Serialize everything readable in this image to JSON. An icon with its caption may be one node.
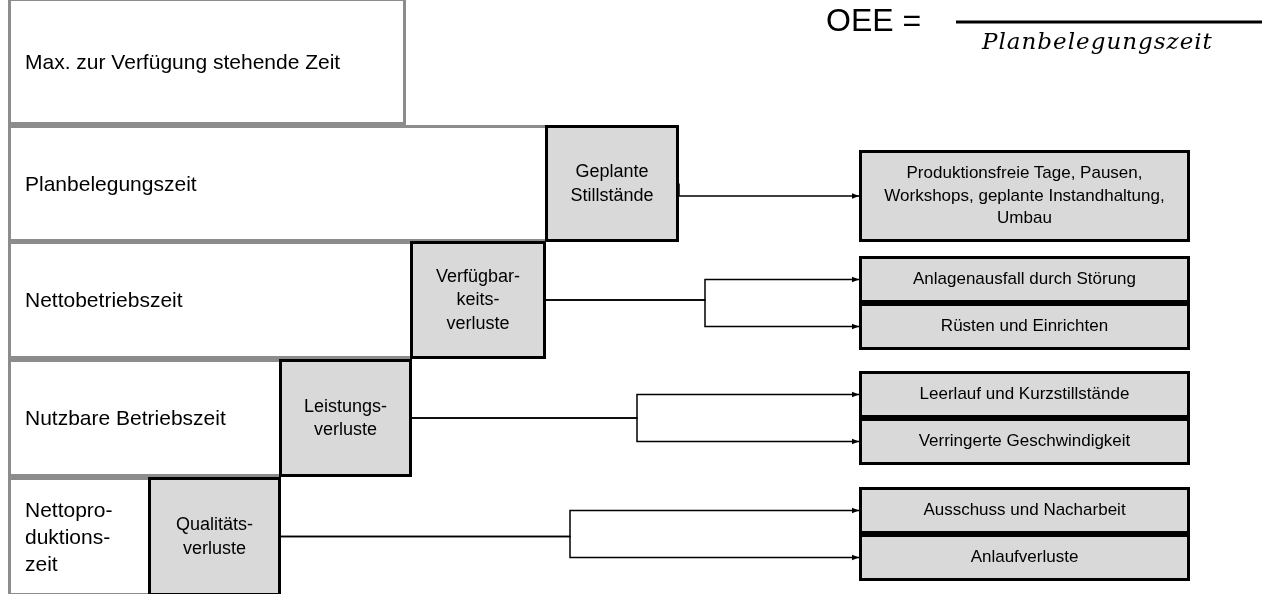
{
  "diagram": {
    "nodes": [
      {
        "text": [
          "Max. zur Verfügung stehende Zeit"
        ]
      },
      {
        "text": [
          "Planbelegungszeit"
        ]
      },
      {
        "text": [
          "Geplante Stillstände"
        ]
      },
      {
        "text": [
          "Nettobetriebszeit"
        ]
      },
      {
        "text": [
          "Verfügbar- keits- verluste"
        ]
      },
      {
        "text": [
          "Nutzbare Betriebszeit"
        ]
      },
      {
        "text": [
          "Leistungs- verluste"
        ]
      },
      {
        "text": [
          "Nettopro- duktions- zeit"
        ]
      },
      {
        "text": [
          "Qualitäts- verluste"
        ]
      },
      {
        "text": [
          "Produktionsfreie Tage, Pausen, Workshops, geplante Instandhaltung, Umbau"
        ]
      },
      {
        "text": [
          "Anlagenausfall durch Störung"
        ]
      },
      {
        "text": [
          "Rüsten und Einrichten"
        ]
      },
      {
        "text": [
          "Leerlauf und Kurzstillstände"
        ]
      },
      {
        "text": [
          "Verringerte Geschwindigkeit"
        ]
      },
      {
        "text": [
          "Ausschuss und Nacharbeit"
        ]
      },
      {
        "text": [
          "Anlaufverluste"
        ]
      }
    ],
    "edges": [
      {
        "from": 2,
        "to": 9,
        "arrow": "to"
      },
      {
        "from": 4,
        "to": 10,
        "arrow": "to"
      },
      {
        "from": 4,
        "to": 11,
        "arrow": "to"
      },
      {
        "from": 6,
        "to": 12,
        "arrow": "to"
      },
      {
        "from": 6,
        "to": 13,
        "arrow": "to"
      },
      {
        "from": 8,
        "to": 14,
        "arrow": "to"
      },
      {
        "from": 8,
        "to": 15,
        "arrow": "to"
      }
    ],
    "labels": [
      "OEE =",
      "Planbelegungszeit"
    ]
  }
}
